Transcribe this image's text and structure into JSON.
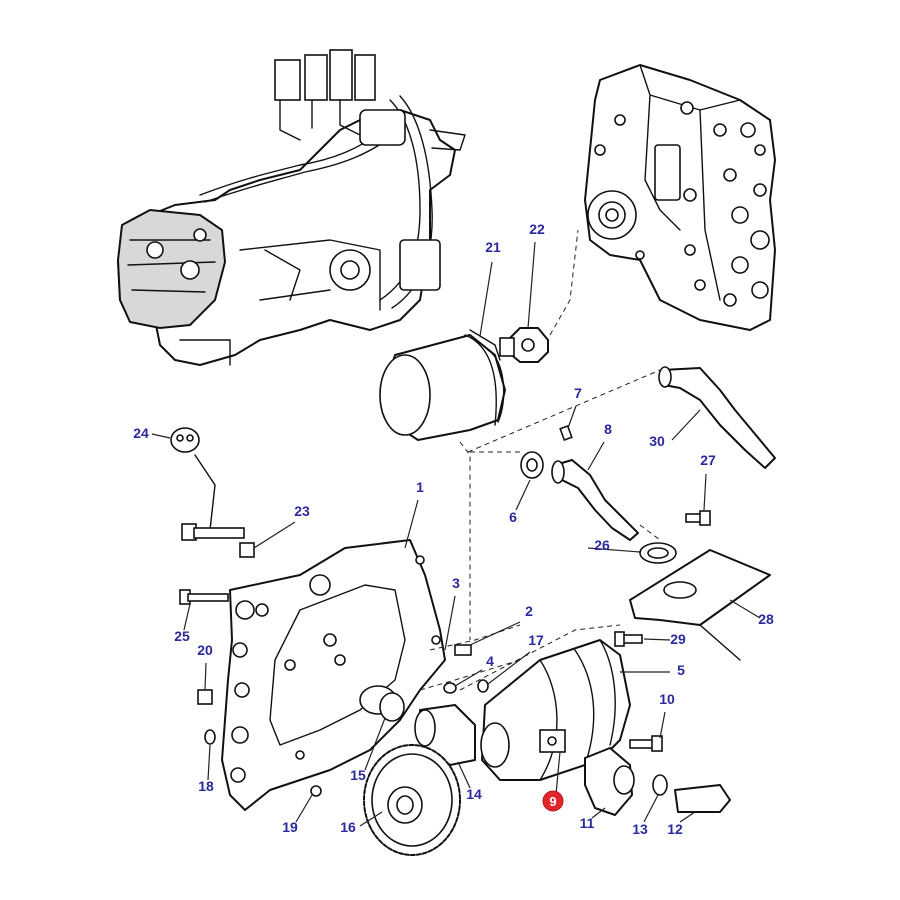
{
  "callouts": [
    {
      "id": "c1",
      "label": "1"
    },
    {
      "id": "c2",
      "label": "2"
    },
    {
      "id": "c3",
      "label": "3"
    },
    {
      "id": "c4",
      "label": "4"
    },
    {
      "id": "c5",
      "label": "5"
    },
    {
      "id": "c6",
      "label": "6"
    },
    {
      "id": "c7",
      "label": "7"
    },
    {
      "id": "c8",
      "label": "8"
    },
    {
      "id": "c9",
      "label": "9",
      "highlighted": true
    },
    {
      "id": "c10",
      "label": "10"
    },
    {
      "id": "c11",
      "label": "11"
    },
    {
      "id": "c12",
      "label": "12"
    },
    {
      "id": "c13",
      "label": "13"
    },
    {
      "id": "c14",
      "label": "14"
    },
    {
      "id": "c15",
      "label": "15"
    },
    {
      "id": "c16",
      "label": "16"
    },
    {
      "id": "c17",
      "label": "17"
    },
    {
      "id": "c18",
      "label": "18"
    },
    {
      "id": "c19",
      "label": "19"
    },
    {
      "id": "c20",
      "label": "20"
    },
    {
      "id": "c21",
      "label": "21"
    },
    {
      "id": "c22",
      "label": "22"
    },
    {
      "id": "c23",
      "label": "23"
    },
    {
      "id": "c24",
      "label": "24"
    },
    {
      "id": "c25",
      "label": "25"
    },
    {
      "id": "c26",
      "label": "26"
    },
    {
      "id": "c27",
      "label": "27"
    },
    {
      "id": "c28",
      "label": "28"
    },
    {
      "id": "c29",
      "label": "29"
    },
    {
      "id": "c30",
      "label": "30"
    }
  ],
  "colors": {
    "callout_text": "#2a2a9e",
    "highlight": "#e0262a",
    "line": "#111111"
  }
}
